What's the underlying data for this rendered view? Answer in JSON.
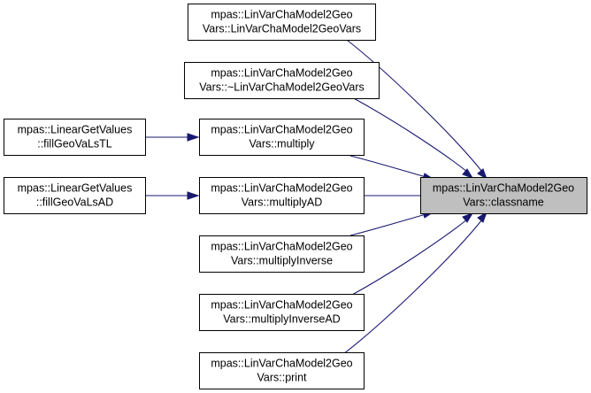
{
  "colors": {
    "edge": "#191970",
    "node_fill": "#ffffff",
    "focus_fill": "#bfbfbf",
    "border": "#000000"
  },
  "nodes": {
    "focus": {
      "line1": "mpas::LinVarChaModel2Geo",
      "line2": "Vars::classname"
    },
    "ctor": {
      "line1": "mpas::LinVarChaModel2Geo",
      "line2": "Vars::LinVarChaModel2GeoVars"
    },
    "dtor": {
      "line1": "mpas::LinVarChaModel2Geo",
      "line2": "Vars::~LinVarChaModel2GeoVars"
    },
    "multiply": {
      "line1": "mpas::LinVarChaModel2Geo",
      "line2": "Vars::multiply"
    },
    "multiplyAD": {
      "line1": "mpas::LinVarChaModel2Geo",
      "line2": "Vars::multiplyAD"
    },
    "multiplyInverse": {
      "line1": "mpas::LinVarChaModel2Geo",
      "line2": "Vars::multiplyInverse"
    },
    "multiplyInverseAD": {
      "line1": "mpas::LinVarChaModel2Geo",
      "line2": "Vars::multiplyInverseAD"
    },
    "print": {
      "line1": "mpas::LinVarChaModel2Geo",
      "line2": "Vars::print"
    },
    "fillTL": {
      "line1": "mpas::LinearGetValues",
      "line2": "::fillGeoVaLsTL"
    },
    "fillAD": {
      "line1": "mpas::LinearGetValues",
      "line2": "::fillGeoVaLsAD"
    }
  }
}
